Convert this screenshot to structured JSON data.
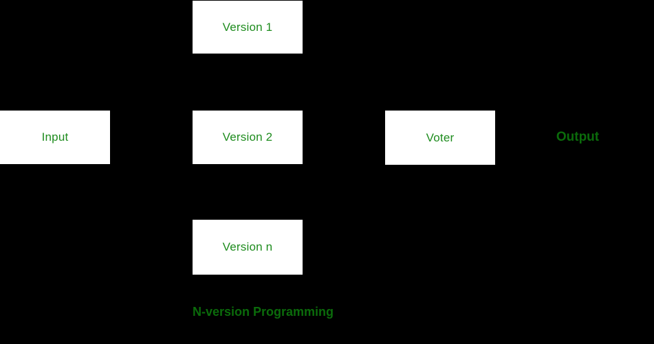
{
  "diagram": {
    "title": "N-version Programming",
    "colors": {
      "background": "#000000",
      "box_fill": "#ffffff",
      "box_label_green": "#1e8c1e",
      "free_label_green": "#0b6b0b"
    },
    "boxes": [
      {
        "id": "version-1",
        "label": "Version 1"
      },
      {
        "id": "input",
        "label": "Input"
      },
      {
        "id": "version-2",
        "label": "Version 2"
      },
      {
        "id": "voter",
        "label": "Voter"
      },
      {
        "id": "version-n",
        "label": "Version n"
      }
    ],
    "output_label": "Output",
    "caption": "N-version Programming"
  }
}
